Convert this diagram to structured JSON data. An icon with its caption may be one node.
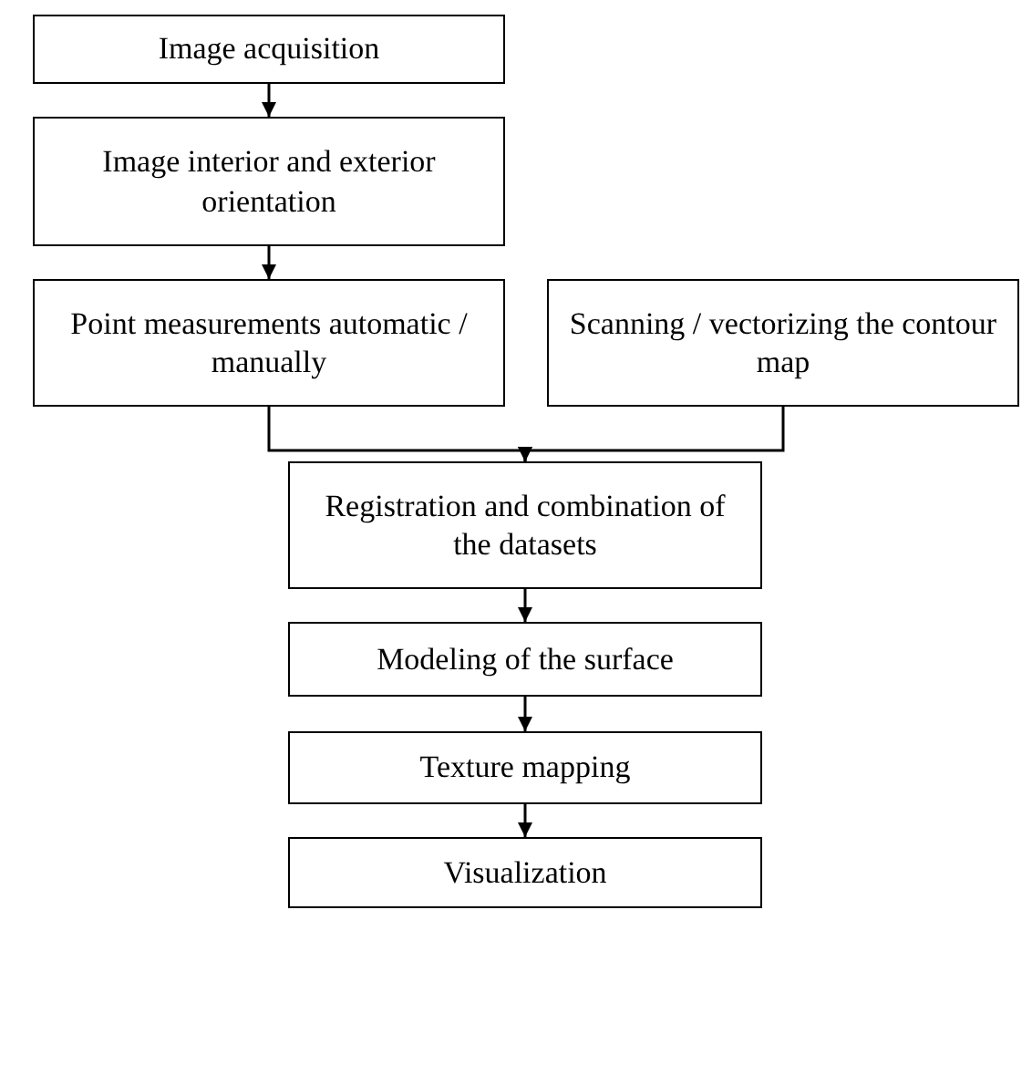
{
  "diagram": {
    "nodes": [
      {
        "text": [
          "Image acquisition"
        ]
      },
      {
        "text": [
          "Image interior and exterior orientation"
        ]
      },
      {
        "text": [
          "Point measurements automatic / manually"
        ]
      },
      {
        "text": [
          "Scanning / vectorizing the contour map"
        ]
      },
      {
        "text": [
          "Registration and combination of the datasets"
        ]
      },
      {
        "text": [
          "Modeling of the surface"
        ]
      },
      {
        "text": [
          "Texture mapping"
        ]
      },
      {
        "text": [
          "Visualization"
        ]
      }
    ],
    "edges": [
      {
        "from": 0,
        "to": 1,
        "arrow": "to"
      },
      {
        "from": 1,
        "to": 2,
        "arrow": "to"
      },
      {
        "from": 2,
        "to": 4,
        "arrow": "to"
      },
      {
        "from": 3,
        "to": 4,
        "arrow": "to"
      },
      {
        "from": 4,
        "to": 5,
        "arrow": "to"
      },
      {
        "from": 5,
        "to": 6,
        "arrow": "to"
      },
      {
        "from": 6,
        "to": 7,
        "arrow": "to"
      }
    ]
  }
}
